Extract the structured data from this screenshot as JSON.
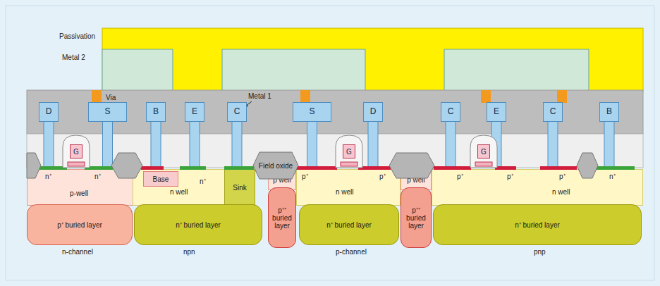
{
  "diagram": {
    "nodes": [
      {
        "text": [
          "D"
        ]
      },
      {
        "text": [
          "S"
        ]
      },
      {
        "text": [
          "B"
        ]
      },
      {
        "text": [
          "E"
        ]
      },
      {
        "text": [
          "C"
        ]
      },
      {
        "text": [
          "S"
        ]
      },
      {
        "text": [
          "D"
        ]
      },
      {
        "text": [
          "C"
        ]
      },
      {
        "text": [
          "E"
        ]
      },
      {
        "text": [
          "C"
        ]
      },
      {
        "text": [
          "B"
        ]
      },
      {
        "text": [
          "G"
        ]
      },
      {
        "text": [
          "G"
        ]
      },
      {
        "text": [
          "G"
        ]
      },
      {
        "text": [
          "Field oxide"
        ]
      },
      {
        "text": [
          "p-well"
        ]
      },
      {
        "text": [
          "n well"
        ]
      },
      {
        "text": [
          "Base"
        ],
        "in": 16
      },
      {
        "text": [
          "Sink"
        ]
      },
      {
        "text": [
          "p well"
        ]
      },
      {
        "text": [
          "n well"
        ]
      },
      {
        "text": [
          "p well"
        ]
      },
      {
        "text": [
          "n well"
        ]
      },
      {
        "text": [
          "p⁺ buried layer"
        ]
      },
      {
        "text": [
          "n⁺ buried layer"
        ]
      },
      {
        "text": [
          "p⁺⁺ buried layer"
        ]
      },
      {
        "text": [
          "n⁺ buried layer"
        ]
      },
      {
        "text": [
          "p⁺⁺ buried layer"
        ]
      },
      {
        "text": [
          "n⁺ buried layer"
        ]
      }
    ],
    "labels": [
      "Passivation",
      "Metal 2",
      "Via",
      "Metal 1",
      "n⁺",
      "n⁺",
      "n⁺",
      "p⁺",
      "p⁺",
      "p⁺",
      "p⁺",
      "p⁺",
      "n⁺",
      "n-channel",
      "npn",
      "p-channel",
      "pnp"
    ]
  }
}
